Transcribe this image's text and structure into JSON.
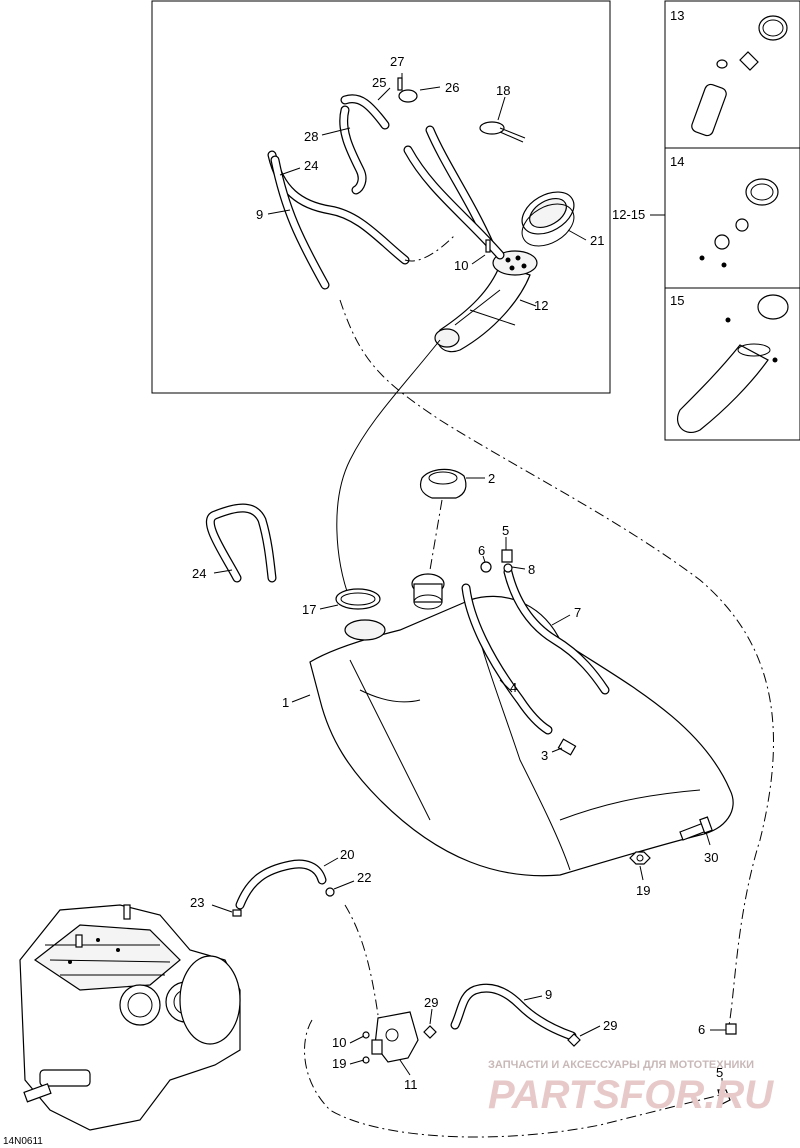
{
  "figure": {
    "reference_code": "14N0611",
    "inset_group_label": "12-15"
  },
  "callouts": {
    "main_inset": [
      "27",
      "25",
      "26",
      "18",
      "28",
      "24",
      "9",
      "21",
      "10",
      "12"
    ],
    "side_insets": [
      "13",
      "14",
      "15"
    ],
    "tank_area": [
      "2",
      "5",
      "6",
      "8",
      "24",
      "7",
      "17",
      "1",
      "4",
      "3",
      "30",
      "19"
    ],
    "engine_area": [
      "20",
      "22",
      "23",
      "9",
      "29",
      "29",
      "10",
      "19",
      "11",
      "6",
      "5"
    ]
  },
  "watermark": {
    "tagline": "ЗАПЧАСТИ И АКСЕССУАРЫ ДЛЯ МОТОТЕХНИКИ",
    "brand": "PARTSFOR.RU"
  }
}
